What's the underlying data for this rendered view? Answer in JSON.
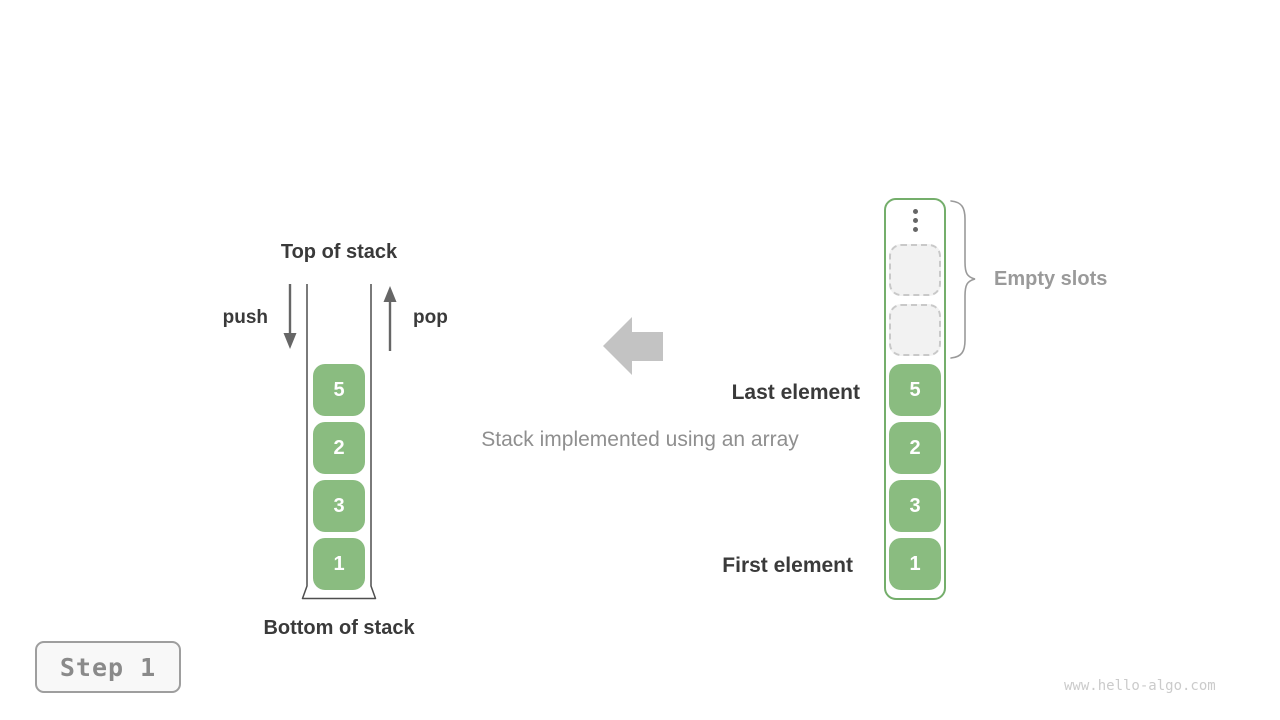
{
  "figure": {
    "caption": "Stack implemented using an array",
    "step_badge": "Step 1",
    "watermark": "www.hello-algo.com"
  },
  "stack": {
    "top_label": "Top of stack",
    "bottom_label": "Bottom of stack",
    "push_label": "push",
    "pop_label": "pop",
    "items": [
      "5",
      "2",
      "3",
      "1"
    ]
  },
  "array": {
    "items": [
      "5",
      "2",
      "3",
      "1"
    ],
    "empty_slot_count": 2,
    "empty_slots_label": "Empty slots",
    "last_element_label": "Last element",
    "first_element_label": "First element"
  },
  "colors": {
    "cell_green": "#8abc80",
    "container_green_border": "#74ae6b",
    "dark_text": "#3a3a3a",
    "gray_text": "#9a9a9a",
    "caption_gray": "#8f8f8f",
    "block_arrow_gray": "#c3c3c3",
    "arrow_dark_gray": "#666666",
    "empty_slot_fill": "#f2f2f2",
    "empty_slot_border": "#c9c9c9",
    "watermark_gray": "#cbcbcb"
  }
}
